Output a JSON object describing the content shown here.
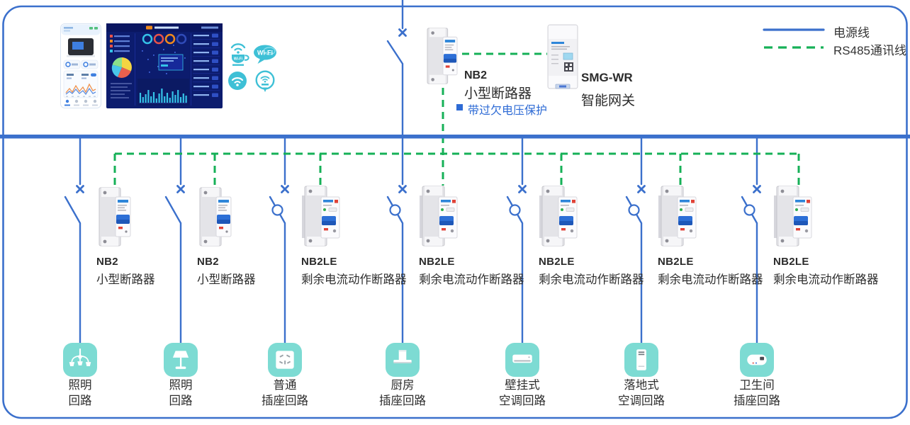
{
  "legend": {
    "power_label": "电源线",
    "rs485_label": "RS485通讯线"
  },
  "top": {
    "previews": {
      "app_icon": "mobile-app-screenshot",
      "dashboard_icon": "cloud-dashboard-screenshot"
    },
    "wifi_icons": [
      "wifi-cup-icon",
      "wifi-bubble-icon",
      "wifi-badge-icon",
      "wifi-pin-icon"
    ],
    "wifi_bubble_text": "Wi·Fi",
    "wifi_cup_text": "Wi-Fi",
    "main_breaker": {
      "model": "NB2",
      "name": "小型断路器",
      "note": "带过欠电压保护"
    },
    "gateway": {
      "model": "SMG-WR",
      "name": "智能网关"
    }
  },
  "branches": [
    {
      "model": "NB2",
      "name": "小型断路器",
      "load_line1": "照明",
      "load_line2": "回路",
      "load_icon": "chandelier-icon"
    },
    {
      "model": "NB2",
      "name": "小型断路器",
      "load_line1": "照明",
      "load_line2": "回路",
      "load_icon": "table-lamp-icon"
    },
    {
      "model": "NB2LE",
      "name": "剩余电流动作断路器",
      "load_line1": "普通",
      "load_line2": "插座回路",
      "load_icon": "socket-icon"
    },
    {
      "model": "NB2LE",
      "name": "剩余电流动作断路器",
      "load_line1": "厨房",
      "load_line2": "插座回路",
      "load_icon": "range-hood-icon"
    },
    {
      "model": "NB2LE",
      "name": "剩余电流动作断路器",
      "load_line1": "壁挂式",
      "load_line2": "空调回路",
      "load_icon": "wall-ac-icon"
    },
    {
      "model": "NB2LE",
      "name": "剩余电流动作断路器",
      "load_line1": "落地式",
      "load_line2": "空调回路",
      "load_icon": "floor-ac-icon"
    },
    {
      "model": "NB2LE",
      "name": "剩余电流动作断路器",
      "load_line1": "卫生间",
      "load_line2": "插座回路",
      "load_icon": "water-heater-icon"
    }
  ],
  "colors": {
    "power_line": "#3B70CC",
    "rs485_line": "#16B057",
    "load_tile": "#7DDBD3",
    "wifi_icon": "#3EC0D6",
    "note_text": "#2E6BD5"
  }
}
